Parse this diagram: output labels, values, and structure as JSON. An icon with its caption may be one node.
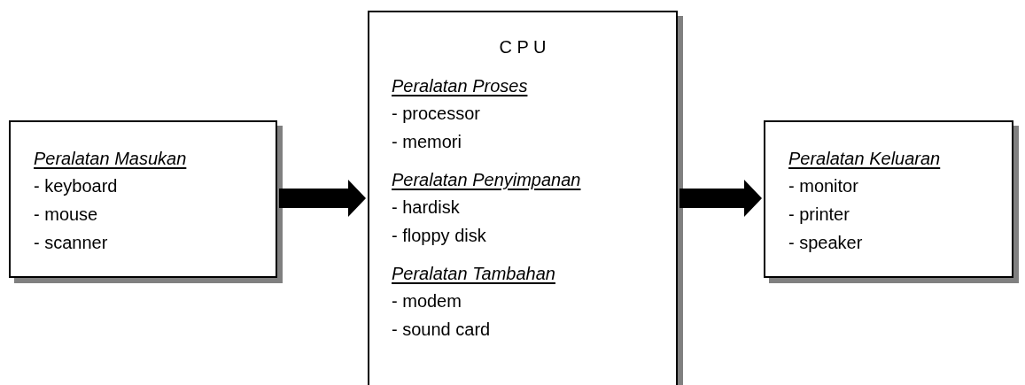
{
  "diagram": {
    "nodes": [
      {
        "text": [
          "Peralatan Masukan",
          "- keyboard",
          "- mouse",
          "- scanner"
        ]
      },
      {
        "text": [
          "C P U",
          "Peralatan Proses",
          "- processor",
          "- memori",
          "Peralatan Penyimpanan",
          "- hardisk",
          "- floppy disk",
          "Peralatan Tambahan",
          "- modem",
          "- sound card"
        ]
      },
      {
        "text": [
          "Peralatan Keluaran",
          "- monitor",
          "- printer",
          "- speaker"
        ]
      }
    ],
    "edges": [
      {
        "from": 0,
        "to": 1,
        "arrow": "to"
      },
      {
        "from": 1,
        "to": 2,
        "arrow": "to"
      }
    ]
  }
}
